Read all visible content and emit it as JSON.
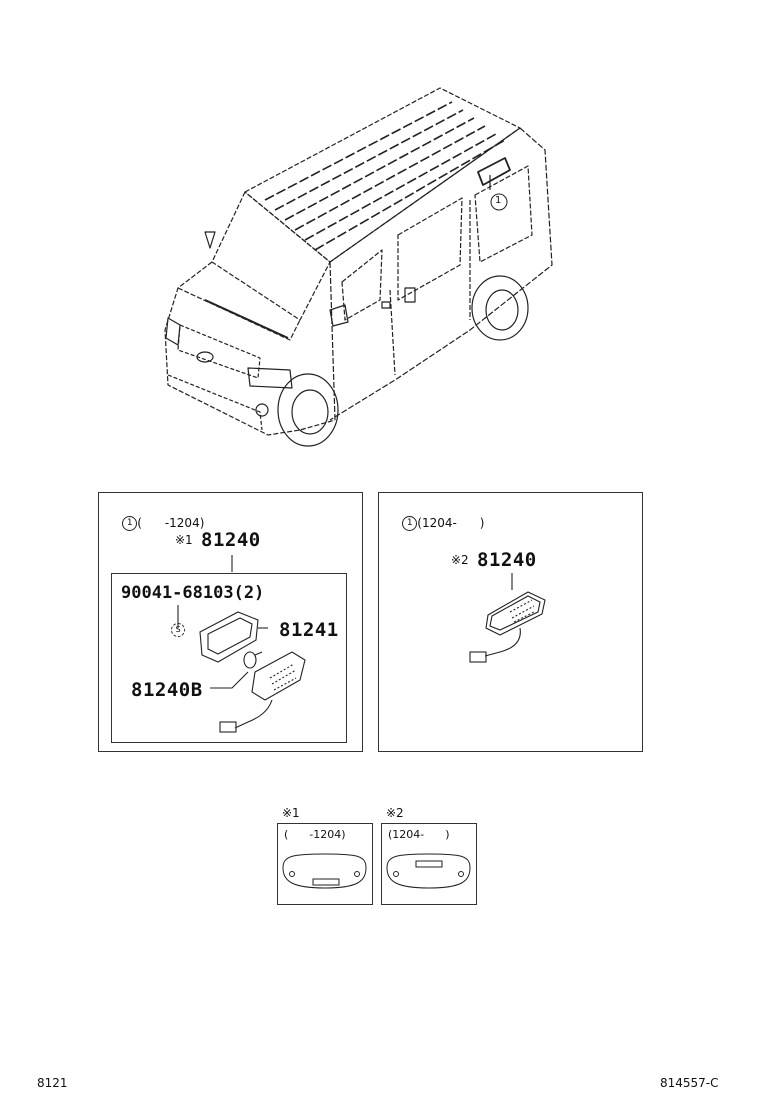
{
  "van_callout": "1",
  "panel_left": {
    "callout": "1",
    "range": "(      -1204)",
    "ref_mark": "※1",
    "main_part": "81240",
    "screw_part": "90041-68103(2)",
    "screw_symbol": "S",
    "lens_part": "81241",
    "bulb_part": "81240B"
  },
  "panel_right": {
    "callout": "1",
    "range": "(1204-      )",
    "ref_mark": "※2",
    "main_part": "81240"
  },
  "legend": {
    "left": {
      "mark": "※1",
      "range": "(      -1204)"
    },
    "right": {
      "mark": "※2",
      "range": "(1204-      )"
    }
  },
  "footer": {
    "left_code": "8121",
    "right_code": "814557-C"
  }
}
